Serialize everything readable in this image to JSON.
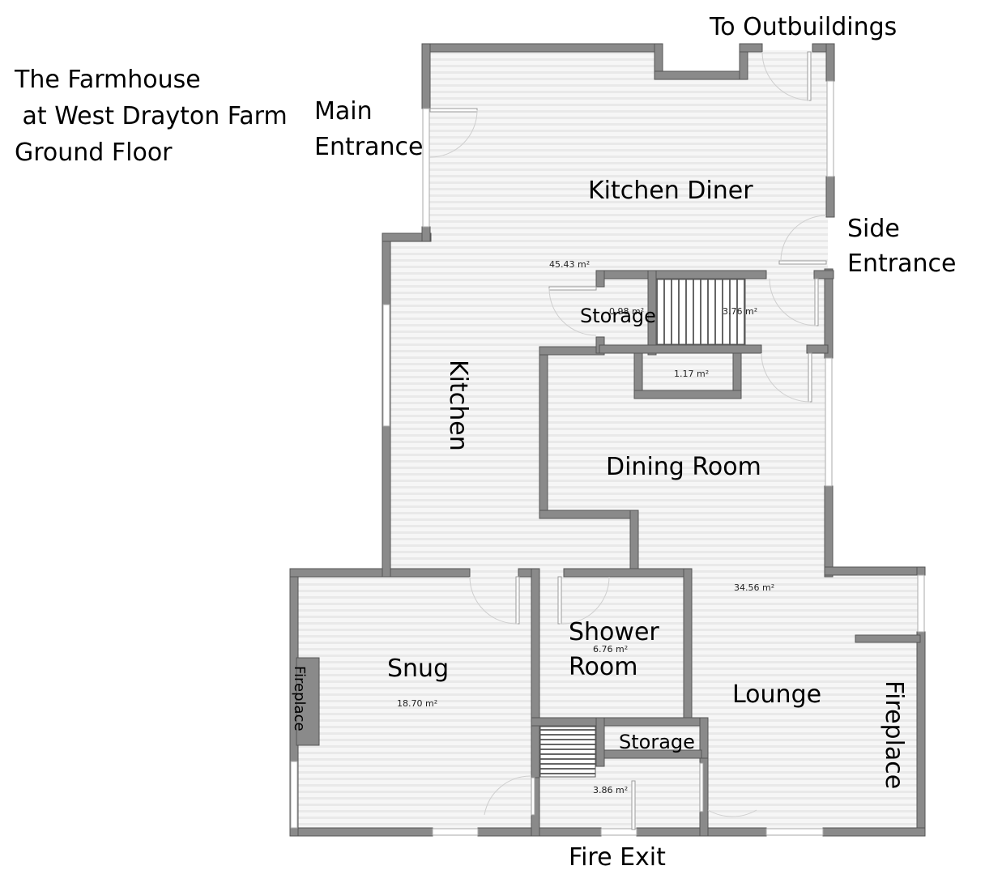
{
  "title": {
    "line1": "The Farmhouse",
    "line2": " at West Drayton Farm",
    "line3": "Ground Floor"
  },
  "labels": {
    "to_outbuildings": "To Outbuildings",
    "main_entrance_1": "Main",
    "main_entrance_2": "Entrance",
    "kitchen_diner": "Kitchen Diner",
    "side_entrance_1": "Side",
    "side_entrance_2": "Entrance",
    "storage_upper": "Storage",
    "kitchen": "Kitchen",
    "dining_room": "Dining Room",
    "shower_room_1": "Shower",
    "shower_room_2": "Room",
    "snug": "Snug",
    "lounge": "Lounge",
    "fireplace_left": "Fireplace",
    "fireplace_right": "Fireplace",
    "storage_lower": "Storage",
    "fire_exit": "Fire Exit"
  },
  "areas": {
    "kitchen_diner": "45.43 m²",
    "storage_upper": "0.98 m²",
    "stairs": "3.76 m²",
    "cupboard": "1.17 m²",
    "lounge": "34.56 m²",
    "shower_room": "6.76 m²",
    "snug": "18.70 m²",
    "hall": "3.86 m²"
  },
  "colors": {
    "wall": "#8a8a8a",
    "floor": "#f4f4f4",
    "stripe": "#e6e6e6"
  }
}
